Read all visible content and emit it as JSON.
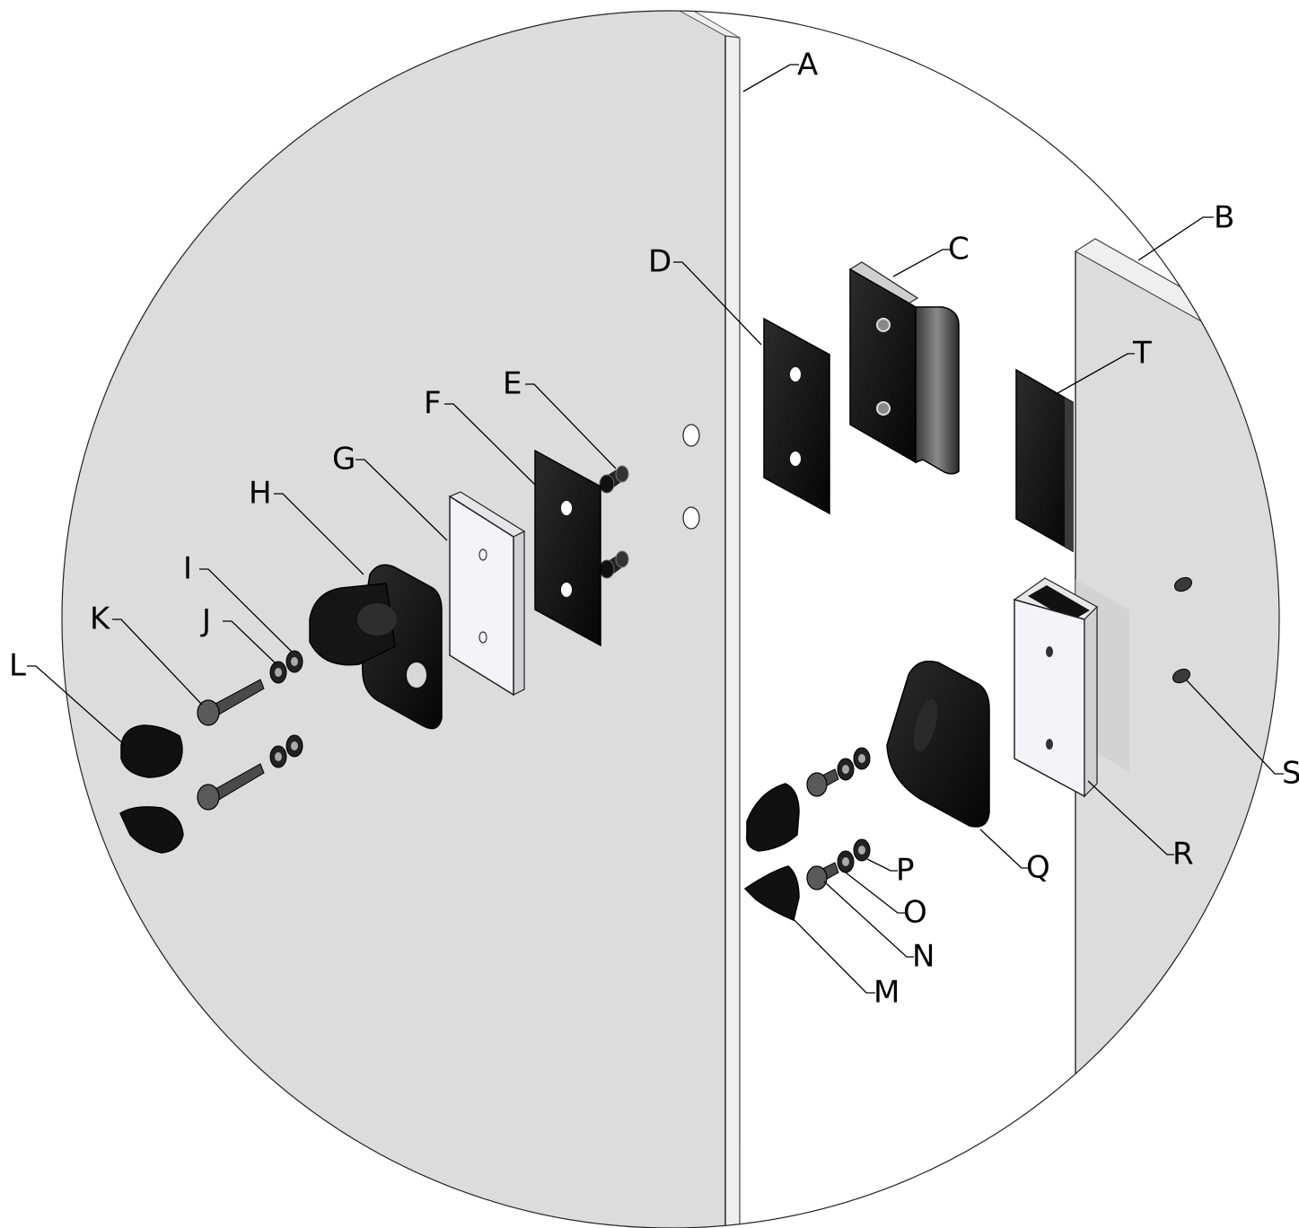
{
  "callouts": [
    {
      "letter": "A",
      "part": "panel-a"
    },
    {
      "letter": "B",
      "part": "panel-b"
    },
    {
      "letter": "C",
      "part": "hinge-bracket"
    },
    {
      "letter": "D",
      "part": "gasket-plate"
    },
    {
      "letter": "E",
      "part": "spacer-sleeve"
    },
    {
      "letter": "F",
      "part": "black-backing-plate"
    },
    {
      "letter": "G",
      "part": "white-pad"
    },
    {
      "letter": "H",
      "part": "hinge-knuckle"
    },
    {
      "letter": "I",
      "part": "washer"
    },
    {
      "letter": "J",
      "part": "washer"
    },
    {
      "letter": "K",
      "part": "button-head-screw"
    },
    {
      "letter": "L",
      "part": "cover-cap"
    },
    {
      "letter": "M",
      "part": "cover-cap"
    },
    {
      "letter": "N",
      "part": "screw"
    },
    {
      "letter": "O",
      "part": "washer"
    },
    {
      "letter": "P",
      "part": "washer"
    },
    {
      "letter": "Q",
      "part": "hinge-knuckle"
    },
    {
      "letter": "R",
      "part": "channel-bracket"
    },
    {
      "letter": "S",
      "part": "set-screw"
    },
    {
      "letter": "T",
      "part": "gasket-strip"
    }
  ],
  "colors": {
    "panel": "#dcdcdc",
    "panel_edge": "#efefef",
    "part_black": "#111111",
    "part_white": "#f4f4f8",
    "line": "#000000",
    "background": "#ffffff"
  }
}
